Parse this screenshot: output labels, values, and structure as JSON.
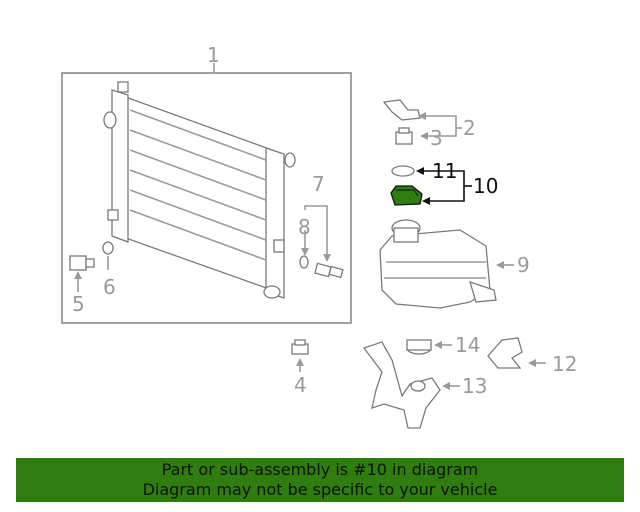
{
  "callouts": {
    "c1": "1",
    "c2": "2",
    "c3": "3",
    "c4": "4",
    "c5": "5",
    "c6": "6",
    "c7": "7",
    "c8": "8",
    "c9": "9",
    "c10": "10",
    "c11": "11",
    "c12": "12",
    "c13": "13",
    "c14": "14"
  },
  "colors": {
    "highlight_part": "#2f7d0e",
    "banner": "#2f7d0e",
    "callout": "#9a9a9a",
    "callout_highlight": "#111111"
  },
  "banner": {
    "line1": "Part or sub-assembly is #10 in diagram",
    "line2": "Diagram may not be specific to your vehicle"
  }
}
